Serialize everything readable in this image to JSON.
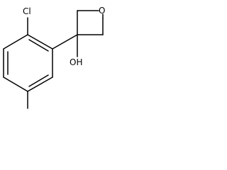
{
  "molecule": {
    "atom_labels": {
      "chlorine": "Cl",
      "oxygen": "O",
      "hydroxyl": "OH"
    }
  },
  "style": {
    "bond_color": "#000000",
    "background": "#ffffff"
  }
}
